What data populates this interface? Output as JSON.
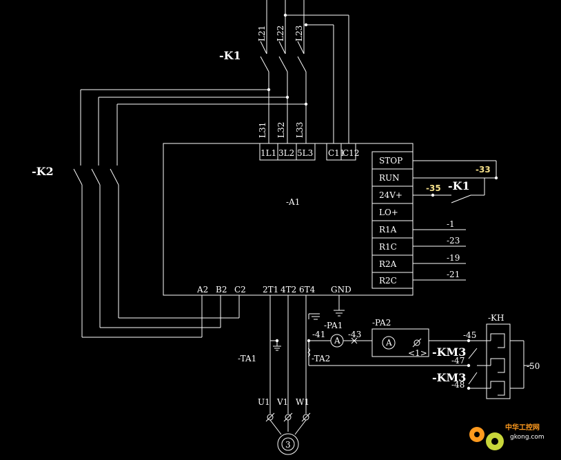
{
  "labels": {
    "k1_top": "-K1",
    "k2": "-K2",
    "k1_right": "-K1",
    "a1": "-A1",
    "pa1": "-PA1",
    "pa2": "-PA2",
    "kh": "-KH",
    "ta1": "-TA1",
    "ta2": "-TA2",
    "km3_a": "-KM3",
    "km3_b": "-KM3",
    "node_33": "-33",
    "node_35": "-35",
    "node_1": "-1",
    "node_23": "-23",
    "node_19": "-19",
    "node_21": "-21",
    "node_41": "-41",
    "node_43": "-43",
    "node_45": "-45",
    "node_47": "-47",
    "node_48": "-48",
    "node_50": "-50",
    "pa2_scale": "<1>"
  },
  "wires_top": [
    "L21",
    "L22",
    "L23"
  ],
  "wires_bottom": [
    "L31",
    "L32",
    "L33"
  ],
  "a1_top_terminals": [
    "1L1",
    "3L2",
    "5L3",
    "C11",
    "C12"
  ],
  "a1_right_terminals": [
    "STOP",
    "RUN",
    "24V+",
    "LO+",
    "R1A",
    "R1C",
    "R2A",
    "R2C"
  ],
  "a1_bottom_terminals": [
    "A2",
    "B2",
    "C2",
    "2T1",
    "4T2",
    "6T4",
    "GND"
  ],
  "motor_terminals": [
    "U1",
    "V1",
    "W1"
  ],
  "motor_symbol": "3",
  "watermark": {
    "text": "中华工控网",
    "domain": "gkong.com",
    "accent": "#ff9a1e"
  },
  "colors": {
    "background": "#000000",
    "line": "#ffffff",
    "highlight": "#f5e08a"
  }
}
